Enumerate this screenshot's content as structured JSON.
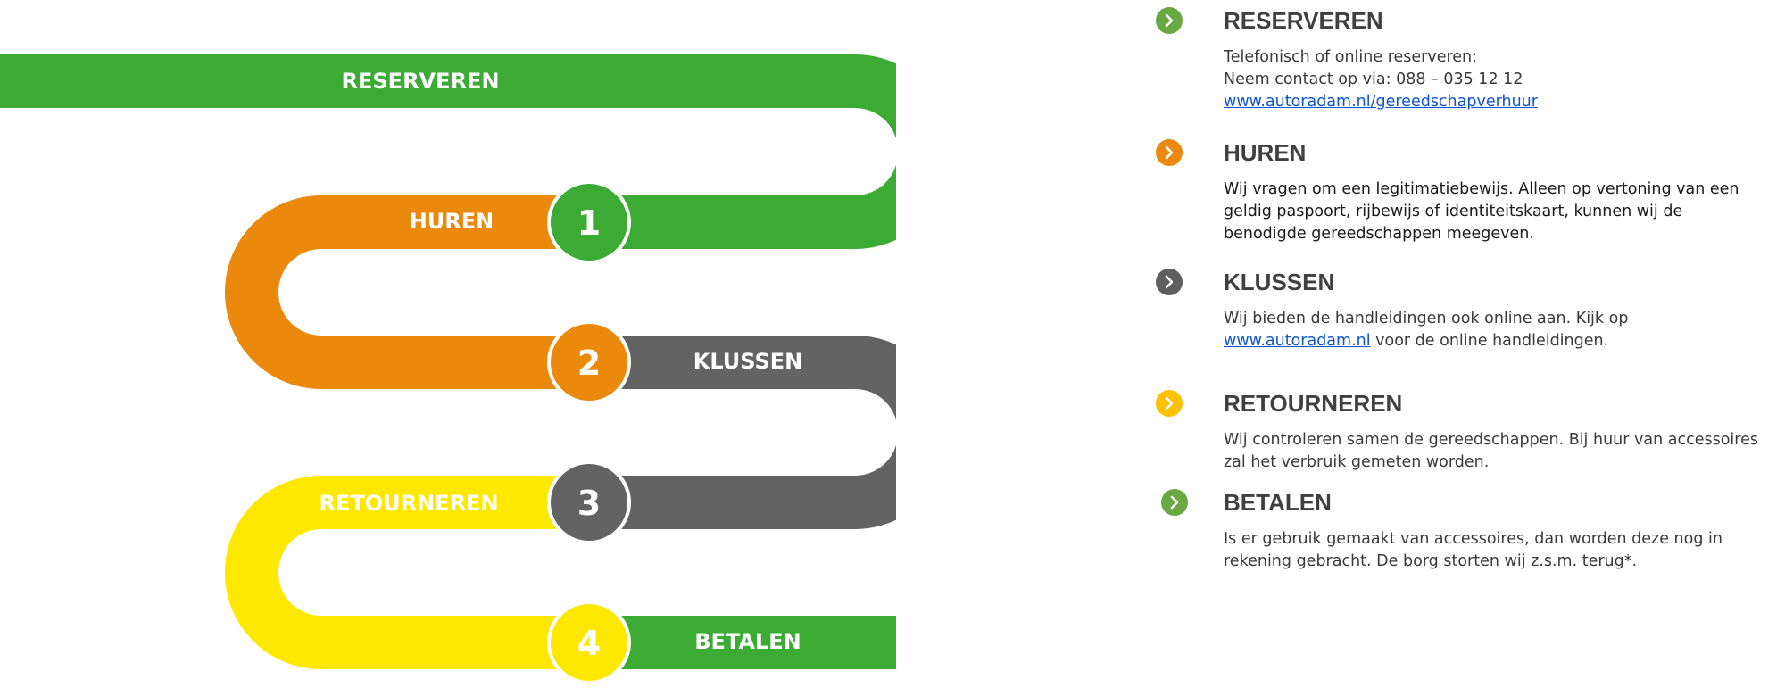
{
  "road": {
    "colors": {
      "green": "#3cab34",
      "orange": "#ea890c",
      "gray": "#636363",
      "yellow": "#ffe800"
    },
    "labels": {
      "reserveren": "RESERVEREN",
      "huren": "HUREN",
      "klussen": "KLUSSEN",
      "retourneren": "RETOURNEREN",
      "betalen": "BETALEN"
    },
    "markers": [
      {
        "number": "1",
        "color": "#3cab34"
      },
      {
        "number": "2",
        "color": "#ea890c"
      },
      {
        "number": "3",
        "color": "#636363"
      },
      {
        "number": "4",
        "color": "#ffe800"
      }
    ]
  },
  "steps": [
    {
      "title": "RESERVEREN",
      "bullet_icon": "chevron-right-icon",
      "bullet_color": "#6aa843",
      "lines": [
        {
          "text": "Telefonisch of online reserveren:"
        },
        {
          "text": "Neem contact op via: 088 – 035 12 12"
        },
        {
          "link": "www.autoradam.nl/gereedschapverhuur"
        }
      ]
    },
    {
      "title": "HUREN",
      "bullet_icon": "chevron-right-icon",
      "bullet_color": "#ea890c",
      "text": "Wij vragen om een legitimatiebewijs. Alleen op vertoning van een geldig paspoort, rijbewijs of identiteitskaart, kunnen wij de benodigde gereedschappen meegeven."
    },
    {
      "title": "KLUSSEN",
      "bullet_icon": "chevron-right-icon",
      "bullet_color": "#5e5e5e",
      "text_before": "Wij bieden de handleidingen ook online aan. Kijk op",
      "link": "www.autoradam.nl",
      "text_after": " voor de online handleidingen."
    },
    {
      "title": "RETOURNEREN",
      "bullet_icon": "chevron-right-icon",
      "bullet_color": "#ffc000",
      "text": "Wij controleren samen de gereedschappen.  Bij huur van accessoires zal het verbruik gemeten worden."
    },
    {
      "title": "BETALEN",
      "bullet_icon": "chevron-right-icon",
      "bullet_color": "#6aa843",
      "text": "Is er gebruik gemaakt van accessoires, dan worden deze nog in rekening gebracht. De borg storten wij z.s.m. terug*."
    }
  ]
}
